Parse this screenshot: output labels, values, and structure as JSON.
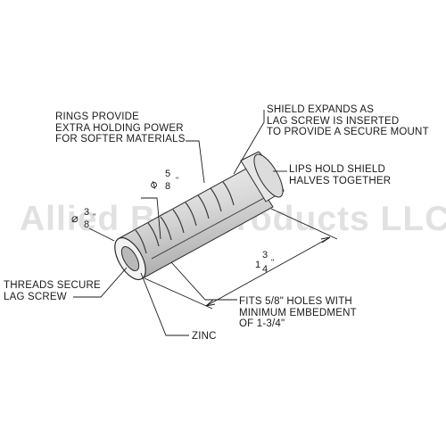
{
  "watermark": "Allied Bolt Products LLC",
  "labels": {
    "rings": [
      "RINGS PROVIDE",
      "EXTRA HOLDING POWER",
      "FOR SOFTER MATERIALS"
    ],
    "shield": [
      "SHIELD EXPANDS AS",
      "LAG SCREW IS INSERTED",
      "TO PROVIDE A SECURE MOUNT"
    ],
    "lips": [
      "LIPS HOLD SHIELD",
      "HALVES TOGETHER"
    ],
    "threads": [
      "THREADS SECURE",
      "LAG SCREW"
    ],
    "fits": [
      "FITS 5/8\" HOLES WITH",
      "MINIMUM EMBEDMENT",
      "OF 1-3/4\""
    ],
    "zinc": "ZINC"
  },
  "dimensions": {
    "outer_diameter": {
      "symbol": "⌀",
      "numerator": "5",
      "denominator": "8",
      "unit": "\""
    },
    "inner_diameter": {
      "symbol": "⌀",
      "numerator": "3",
      "denominator": "8",
      "unit": "\""
    },
    "length": {
      "whole": "1",
      "numerator": "3",
      "denominator": "4",
      "unit": "\""
    }
  },
  "colors": {
    "line": "#1a1a1a",
    "metal_light": "#eeeeee",
    "metal_mid": "#cfcfcf",
    "metal_dark": "#9a9a9a"
  }
}
